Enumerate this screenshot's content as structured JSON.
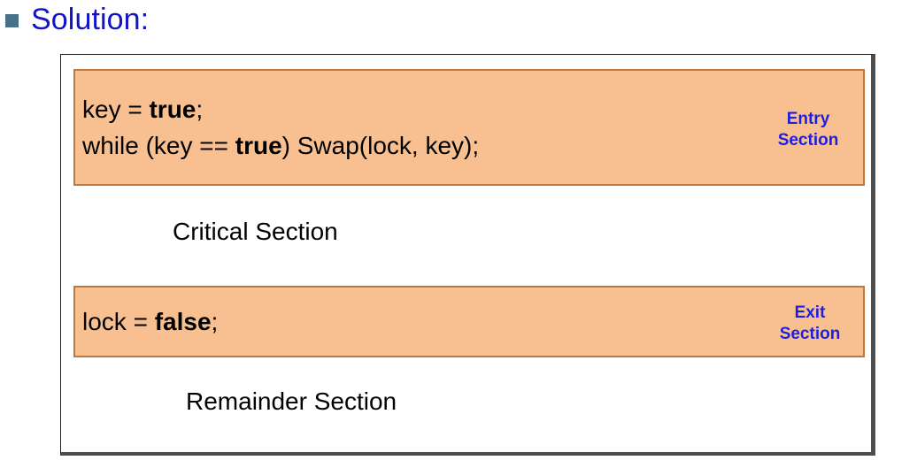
{
  "slide": {
    "heading": "Solution:",
    "bullet_icon": "square-bullet-icon",
    "heading_color": "#1313c8",
    "bullet_color": "#4a7089"
  },
  "figure": {
    "frame_border_color": "#231f20",
    "box_fill_color": "#f8c091",
    "box_border_color": "#c1763c",
    "label_color": "#1f1fdd",
    "entry_section": {
      "label_line1": "Entry",
      "label_line2": "Section",
      "code_lines": [
        {
          "parts": [
            {
              "text": "key = ",
              "bold": false
            },
            {
              "text": "true",
              "bold": true
            },
            {
              "text": ";",
              "bold": false
            }
          ],
          "plain": "key = true;"
        },
        {
          "parts": [
            {
              "text": "while (key == ",
              "bold": false
            },
            {
              "text": "true",
              "bold": true
            },
            {
              "text": ") Swap(lock, key);",
              "bold": false
            }
          ],
          "plain": "while (key == true) Swap(lock, key);"
        }
      ]
    },
    "critical_section": "Critical Section",
    "exit_section": {
      "label_line1": "Exit",
      "label_line2": "Section",
      "code_lines": [
        {
          "parts": [
            {
              "text": "lock = ",
              "bold": false
            },
            {
              "text": "false",
              "bold": true
            },
            {
              "text": ";",
              "bold": false
            }
          ],
          "plain": "lock = false;"
        }
      ]
    },
    "remainder_section": "Remainder Section"
  }
}
